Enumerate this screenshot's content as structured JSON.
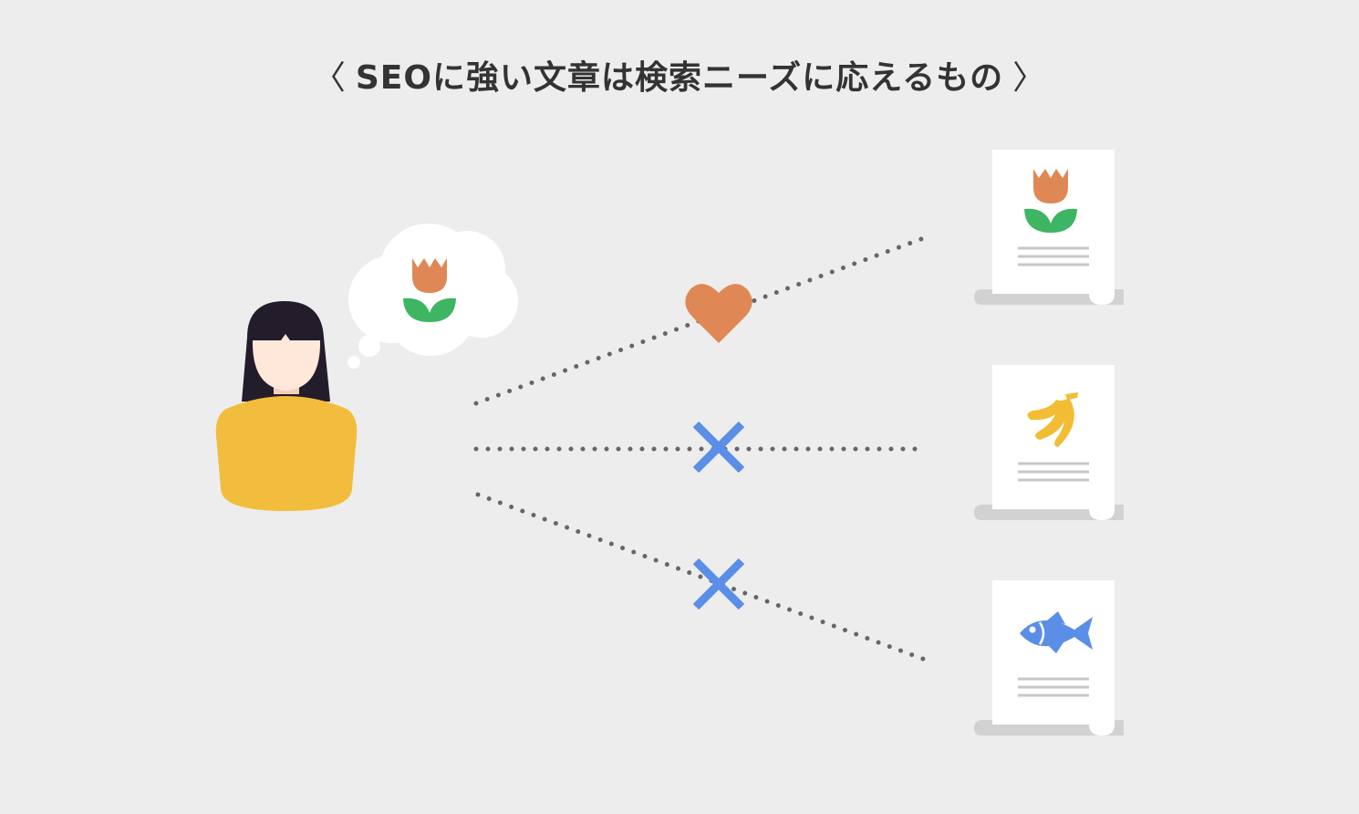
{
  "title": {
    "open_bracket": "〈",
    "text": "SEOに強い文章は検索ニーズに応えるもの",
    "close_bracket": "〉"
  },
  "colors": {
    "background": "#ededed",
    "text": "#333333",
    "tulip": "#e08855",
    "leaf": "#3db562",
    "heart": "#e08855",
    "cross": "#5b8ee6",
    "banana": "#f2bd33",
    "fish": "#5b8ee6",
    "sweater": "#f2bd3c",
    "hair": "#221c2b",
    "skin": "#fde8da",
    "dots": "#666666"
  },
  "diagram": {
    "person": {
      "thought": "tulip-icon"
    },
    "connections": [
      {
        "marker": "heart-icon",
        "result": "match"
      },
      {
        "marker": "cross-icon",
        "result": "mismatch"
      },
      {
        "marker": "cross-icon",
        "result": "mismatch"
      }
    ],
    "documents": [
      {
        "icon": "tulip-icon"
      },
      {
        "icon": "banana-icon"
      },
      {
        "icon": "fish-icon"
      }
    ]
  }
}
